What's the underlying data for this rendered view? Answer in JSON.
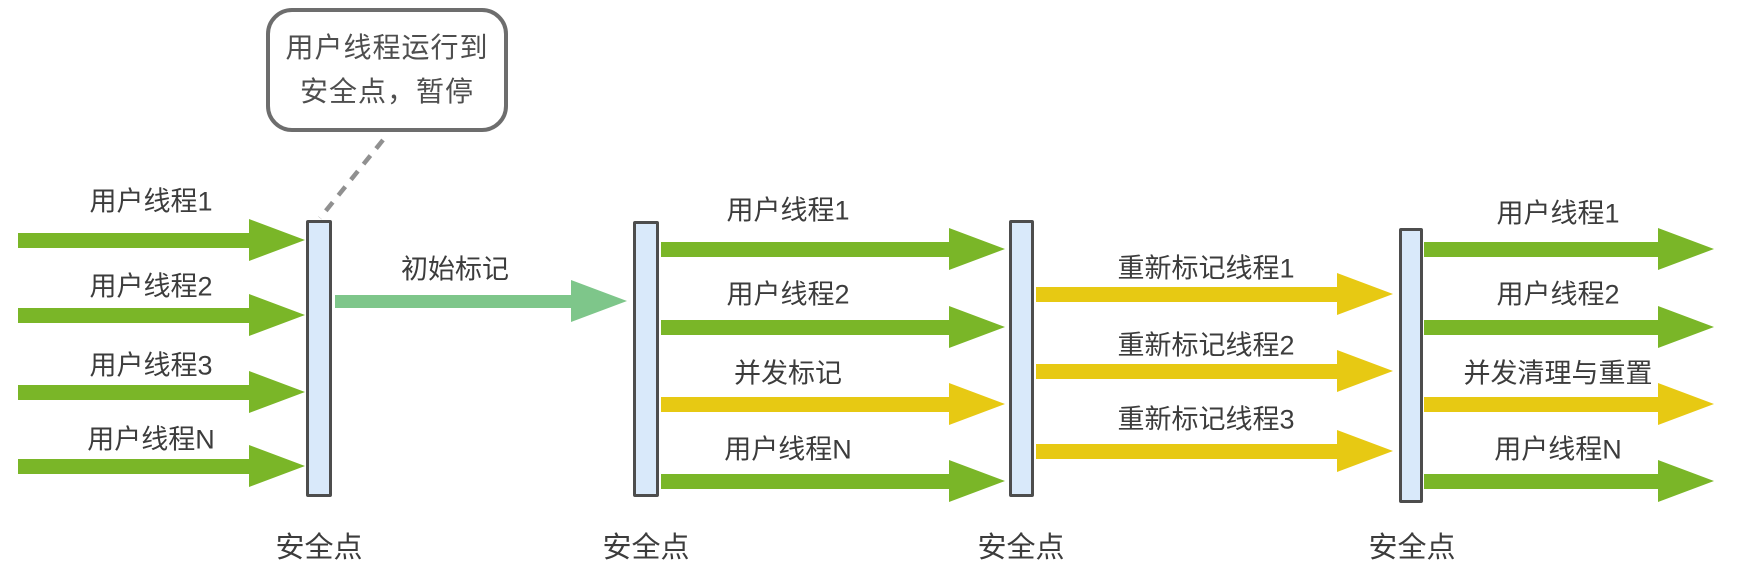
{
  "callout": {
    "line1": "用户线程运行到",
    "line2": "安全点，暂停"
  },
  "transition_arrow": {
    "label": "初始标记",
    "color_key": "teal"
  },
  "safepoints": [
    "安全点",
    "安全点",
    "安全点",
    "安全点"
  ],
  "sections": [
    {
      "name": "threads-before-initial-mark",
      "arrows": [
        {
          "label": "用户线程1",
          "color_key": "green"
        },
        {
          "label": "用户线程2",
          "color_key": "green"
        },
        {
          "label": "用户线程3",
          "color_key": "green"
        },
        {
          "label": "用户线程N",
          "color_key": "green"
        }
      ]
    },
    {
      "name": "concurrent-mark-phase",
      "arrows": [
        {
          "label": "用户线程1",
          "color_key": "green"
        },
        {
          "label": "用户线程2",
          "color_key": "green"
        },
        {
          "label": "并发标记",
          "color_key": "yellow"
        },
        {
          "label": "用户线程N",
          "color_key": "green"
        }
      ]
    },
    {
      "name": "remark-phase",
      "arrows": [
        {
          "label": "重新标记线程1",
          "color_key": "yellow"
        },
        {
          "label": "重新标记线程2",
          "color_key": "yellow"
        },
        {
          "label": "重新标记线程3",
          "color_key": "yellow"
        }
      ]
    },
    {
      "name": "concurrent-sweep-reset-phase",
      "arrows": [
        {
          "label": "用户线程1",
          "color_key": "green"
        },
        {
          "label": "用户线程2",
          "color_key": "green"
        },
        {
          "label": "并发清理与重置",
          "color_key": "yellow"
        },
        {
          "label": "用户线程N",
          "color_key": "green"
        }
      ]
    }
  ],
  "colors": {
    "green": "#7ab628",
    "yellow": "#e7c913",
    "teal": "#7ec68a",
    "bar_fill": "#d9e9fa",
    "bar_border": "#4d4d4d",
    "text": "#3c3c3c",
    "callout_border": "#6d6d6d",
    "connector": "#909090"
  }
}
